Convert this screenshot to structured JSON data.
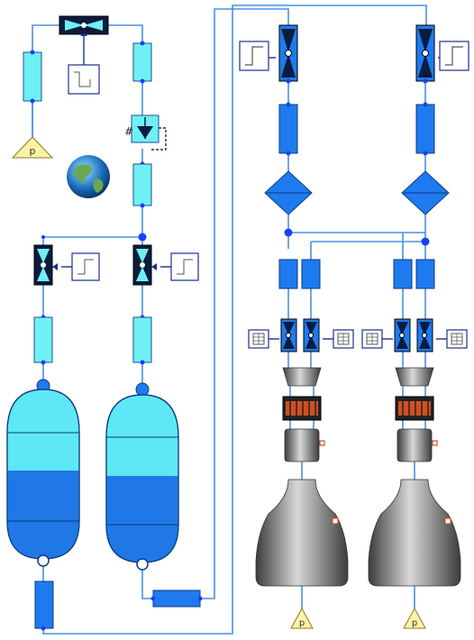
{
  "diagram": {
    "labels": {
      "source_pressure": "p",
      "sink_pressure_1": "p",
      "sink_pressure_2": "p",
      "regulator_hash": "#"
    },
    "colors": {
      "line": "#4a90e2",
      "liquid_light": "#5ee8f5",
      "liquid_dark": "#1f78e6",
      "component_cyan": "#6ff0f5",
      "component_blue": "#1e7bef",
      "dark_fill": "#0b1c3d",
      "engine_gray": "#8a8a8a",
      "pressure_yellow": "#fff2a8",
      "node_blue": "#1a3fff",
      "port_red": "#d05020"
    },
    "icons": [
      "globe-icon",
      "step-signal-icon",
      "table-icon",
      "valve-icon",
      "heat-exchanger-icon",
      "tank-icon",
      "engine-nozzle-icon",
      "pressure-source-icon"
    ]
  }
}
